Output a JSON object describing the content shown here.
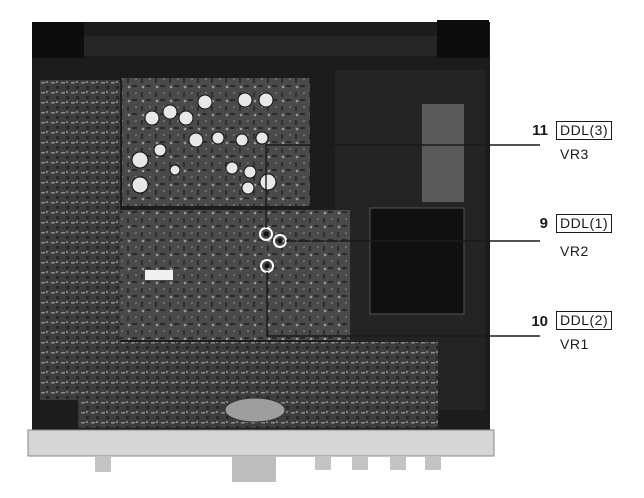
{
  "callouts": [
    {
      "number": "11",
      "box": "DDL(3)",
      "control": "VR3"
    },
    {
      "number": "9",
      "box": "DDL(1)",
      "control": "VR2"
    },
    {
      "number": "10",
      "box": "DDL(2)",
      "control": "VR1"
    }
  ],
  "colors": {
    "board": "#3a3a3a",
    "chassis": "#1c1c1c",
    "line": "#1a1a1a",
    "panel": "#d6d6d6"
  }
}
